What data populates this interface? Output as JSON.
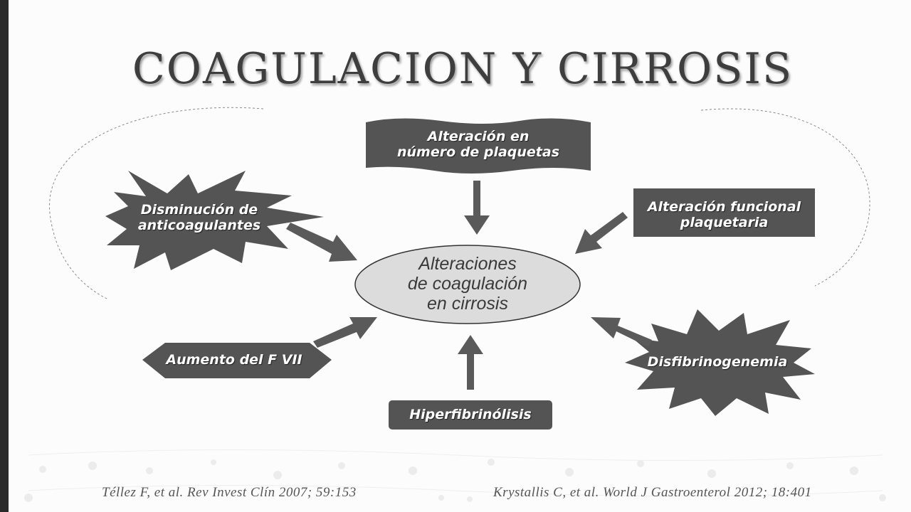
{
  "slide": {
    "title": "COAGULACION Y CIRROSIS"
  },
  "diagram": {
    "center": {
      "line1": "Alteraciones",
      "line2": "de coagulación",
      "line3": "en cirrosis"
    },
    "nodes": {
      "plaquetas": {
        "line1": "Alteración en",
        "line2": "número de plaquetas"
      },
      "funcional": {
        "line1": "Alteración funcional",
        "line2": "plaquetaria"
      },
      "anticoagulantes": {
        "line1": "Disminución de",
        "line2": "anticoagulantes"
      },
      "fvii": {
        "line1": "Aumento del F VII"
      },
      "hiperfibrinolisis": {
        "line1": "Hiperfibrinólisis"
      },
      "disfibrinogenemia": {
        "line1": "Disfibrinogenemia"
      }
    }
  },
  "references": {
    "left": "Téllez F, et al. Rev Invest Clín 2007; 59:153",
    "right": "Krystallis C, et al. World J Gastroenterol 2012; 18:401"
  },
  "colors": {
    "box_fill": "#555555",
    "ellipse_fill": "#dcdcdc",
    "arrow": "#5a5a5a"
  }
}
